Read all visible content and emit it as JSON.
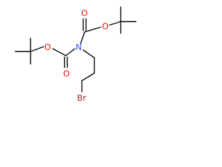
{
  "molecule": {
    "atoms": {
      "o_upper_carbonyl": "O",
      "o_upper_ester": "O",
      "n_center": "N",
      "o_left_ester": "O",
      "o_lower_carbonyl": "O",
      "br": "Br"
    },
    "colors": {
      "bond": "#000000",
      "oxygen": "#ff0d0d",
      "nitrogen": "#3050f8",
      "bromine": "#a62929"
    }
  }
}
